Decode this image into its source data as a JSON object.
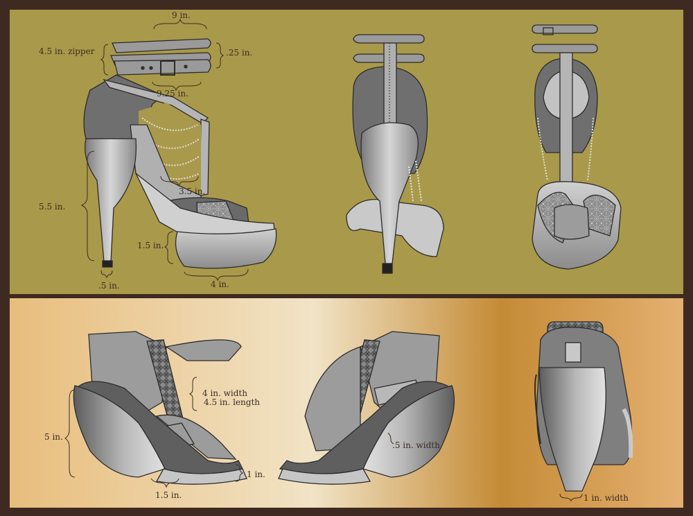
{
  "colors": {
    "frame": "#3e2a20",
    "top_panel": "#a9994a",
    "bottom_gradient": [
      "#e8bd7c",
      "#f1e3c6",
      "#c48b36",
      "#e5b071"
    ],
    "shoe_dark": "#6e6e6e",
    "shoe_mid": "#9b9b9b",
    "shoe_light": "#c9c9c9",
    "outline": "#2b2b2b"
  },
  "top_panel": {
    "labels": {
      "strap_length": "9 in.",
      "zipper": "4.5 in. zipper",
      "strap_width": ".25 in.",
      "ankle_strap": "9.25 in.",
      "chain": "3.5 in.",
      "heel_height": "5.5 in.",
      "platform": "1.5 in.",
      "heel_tip": ".5 in.",
      "toe_length": "4 in."
    }
  },
  "bottom_panel": {
    "labels": {
      "t_strap_width": "4 in. width",
      "t_strap_length": "4.5 in. length",
      "wedge_height": "5 in.",
      "front_platform": "1 in.",
      "base": "1.5 in.",
      "side_strap": ".5 in. width",
      "heel_width": "1 in. width"
    }
  }
}
